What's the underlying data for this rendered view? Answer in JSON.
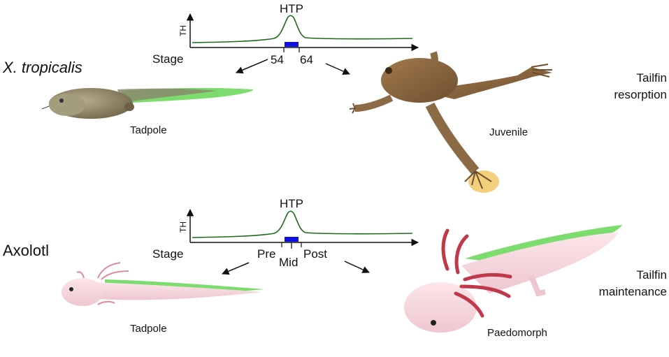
{
  "top_panel": {
    "species": "X. tropicalis",
    "peak_label": "HTP",
    "y_axis_label": "TH",
    "x_axis_label": "Stage",
    "ticks": [
      "54",
      "64"
    ],
    "larva_label": "Tadpole",
    "adult_label": "Juvenile",
    "outcome_label_line1": "Tailfin",
    "outcome_label_line2": "resorption"
  },
  "bottom_panel": {
    "species": "Axolotl",
    "peak_label": "HTP",
    "y_axis_label": "TH",
    "x_axis_label": "Stage",
    "ticks": [
      "Pre",
      "Mid",
      "Post"
    ],
    "larva_label": "Tadpole",
    "adult_label": "Paedomorph",
    "outcome_label_line1": "Tailfin",
    "outcome_label_line2": "maintenance"
  },
  "colors": {
    "curve": "#1a6b1a",
    "htp_marker": "#1010e0",
    "tailfin": "#7ddc6e",
    "xenopus_body": "#8a7a5a",
    "juvenile_body": "#8b6a45",
    "axolotl_body": "#f5d6dc",
    "axolotl_gills": "#c0394b"
  },
  "icons": [
    "arrow-left-icon",
    "arrow-right-icon"
  ]
}
